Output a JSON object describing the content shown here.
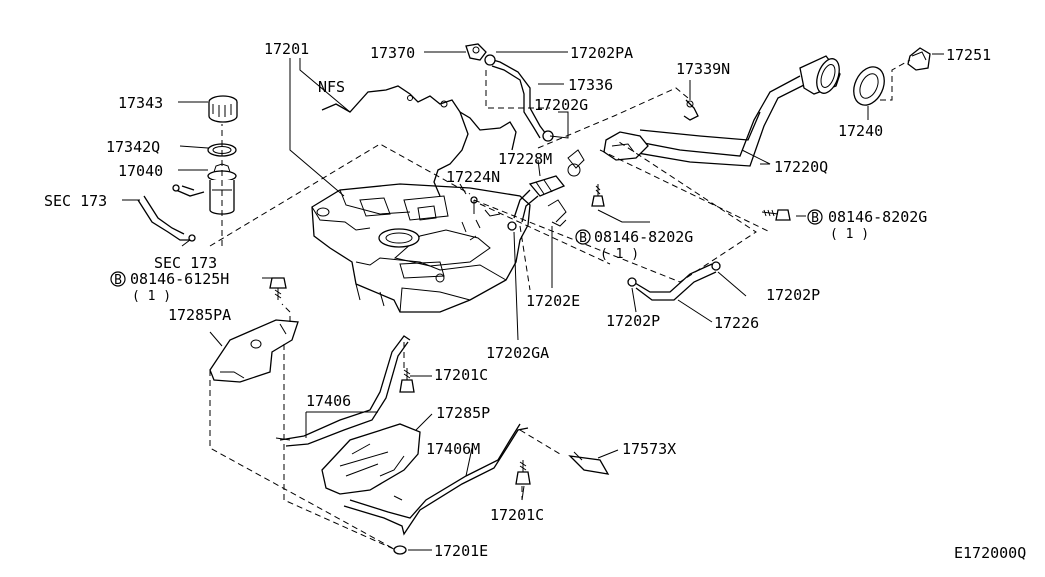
{
  "diagram_id": "E172000Q",
  "callouts": {
    "p17201": "17201",
    "p17370": "17370",
    "p17202PA": "17202PA",
    "p17251": "17251",
    "p17339N": "17339N",
    "p17336": "17336",
    "p17202G": "17202G",
    "p17343": "17343",
    "nfs": "NFS",
    "p17342Q": "17342Q",
    "p17040": "17040",
    "p17240": "17240",
    "p17228M": "17228M",
    "p17220Q": "17220Q",
    "sec173a": "SEC 173",
    "p17224N": "17224N",
    "bolt_a": "08146-8202G",
    "bolt_a_qty": "( 1 )",
    "bolt_b": "08146-8202G",
    "bolt_b_qty": "( 1 )",
    "sec173b": "SEC 173",
    "bolt_c": "08146-6125H",
    "bolt_c_qty": "( 1 )",
    "p17202P_a": "17202P",
    "p17202E": "17202E",
    "p17285PA": "17285PA",
    "p17202P_b": "17202P",
    "p17226": "17226",
    "p17202GA": "17202GA",
    "p17201C_a": "17201C",
    "p17406": "17406",
    "p17285P": "17285P",
    "p17406M": "17406M",
    "p17573X": "17573X",
    "p17201C_b": "17201C",
    "p17201E": "17201E",
    "bolt_marker": "B"
  }
}
